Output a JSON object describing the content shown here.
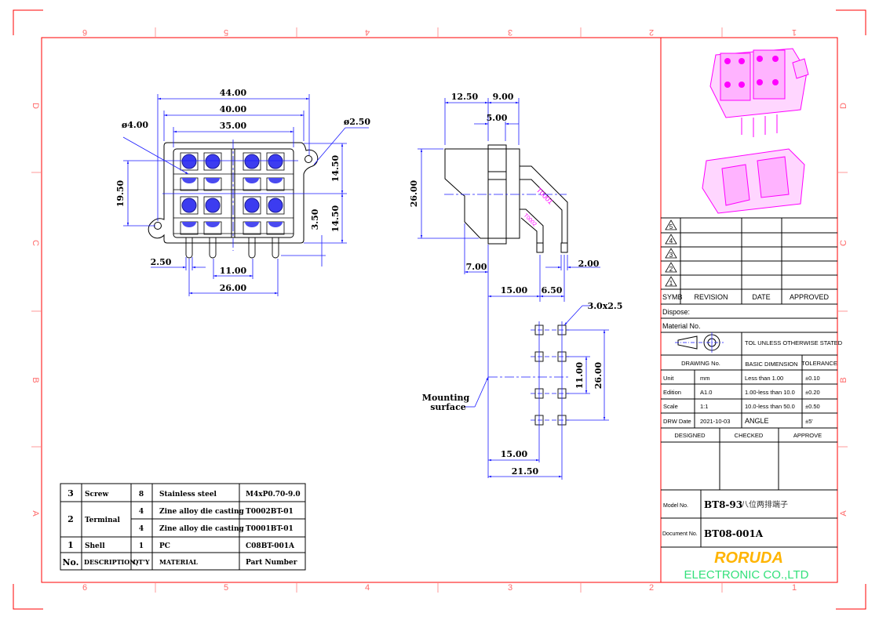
{
  "zones": {
    "columns": [
      "6",
      "5",
      "4",
      "3",
      "2",
      "1"
    ],
    "rows": [
      "D",
      "C",
      "B",
      "A"
    ]
  },
  "front_view": {
    "dim_44": "44.00",
    "dim_40": "40.00",
    "dim_35": "35.00",
    "dia_screw": "ø4.00",
    "dia_hole": "ø2.50",
    "dim_19_5": "19.50",
    "dim_14_5_top": "14.50",
    "dim_14_5_bottom": "14.50",
    "dim_3_5": "3.50",
    "dim_2_5": "2.50",
    "dim_11": "11.00",
    "dim_26": "26.00"
  },
  "side_view": {
    "dim_12_5": "12.50",
    "dim_9": "9.00",
    "dim_5": "5.00",
    "dim_26": "26.00",
    "dim_7": "7.00",
    "dim_15": "15.00",
    "dim_6_5": "6.50",
    "dim_2": "2.00",
    "terminal_1": "T0001",
    "terminal_2": "T0002"
  },
  "pin_layout": {
    "pad_size": "3.0x2.5",
    "dim_11": "11.00",
    "dim_26": "26.00",
    "dim_15": "15.00",
    "dim_21_5": "21.50",
    "mounting_line1": "Mounting",
    "mounting_line2": "surface"
  },
  "bom": {
    "header": {
      "no": "No.",
      "description": "DESCRIPTION",
      "qty": "QT'Y",
      "material": "MATERIAL",
      "part": "Part Number"
    },
    "rows": [
      {
        "no": "3",
        "description": "Screw",
        "qty": "8",
        "material": "Stainless steel",
        "part": "M4xP0.70-9.0"
      },
      {
        "no": "2",
        "description": "Terminal",
        "qty": "4",
        "material": "Zine alloy die casting",
        "part": "T0002BT-01"
      },
      {
        "no": "",
        "description": "",
        "qty": "4",
        "material": "Zine alloy die casting",
        "part": "T0001BT-01"
      },
      {
        "no": "1",
        "description": "Shell",
        "qty": "1",
        "material": "PC",
        "part": "C08BT-001A"
      }
    ]
  },
  "title_block": {
    "revision_symbols": [
      "5",
      "4",
      "3",
      "2",
      "1"
    ],
    "rev_header": {
      "symb": "SYMB",
      "revision": "REVISION",
      "date": "DATE",
      "approved": "APPROVED"
    },
    "dispose": "Dispose:",
    "material_no": "Material No.",
    "tolerance_note": "TOL UNLESS OTHERWISE STATED",
    "drawing_no": "DRAWING No.",
    "basic_dimension": "BASIC DIMENSION",
    "tolerance": "TOLERANCE",
    "rows": [
      {
        "label": "Unit",
        "value": "mm",
        "range": "Less than 1.00",
        "tol": "±0.10"
      },
      {
        "label": "Edition",
        "value": "A1.0",
        "range": "1.00-less than 10.0",
        "tol": "±0.20"
      },
      {
        "label": "Scale",
        "value": "1:1",
        "range": "10.0-less than 50.0",
        "tol": "±0.50"
      },
      {
        "label": "DRW Date",
        "value": "2021-10-03",
        "range": "ANGLE",
        "tol": "±5'"
      }
    ],
    "designed": "DESIGNED",
    "checked": "CHECKED",
    "approve": "APPROVE",
    "model_label": "Model No.",
    "model_value": "BT8-93",
    "model_desc": "八位两排端子",
    "document_label": "Document No.",
    "document_value": "BT08-001A",
    "brand": "RORUDA",
    "company": "ELECTRONIC CO.,LTD",
    "colors": {
      "brand": "#ffb400",
      "company": "#33e07a",
      "frame": "#ff0000",
      "dimension": "#1a1aff",
      "render": "#ff00ff"
    }
  }
}
